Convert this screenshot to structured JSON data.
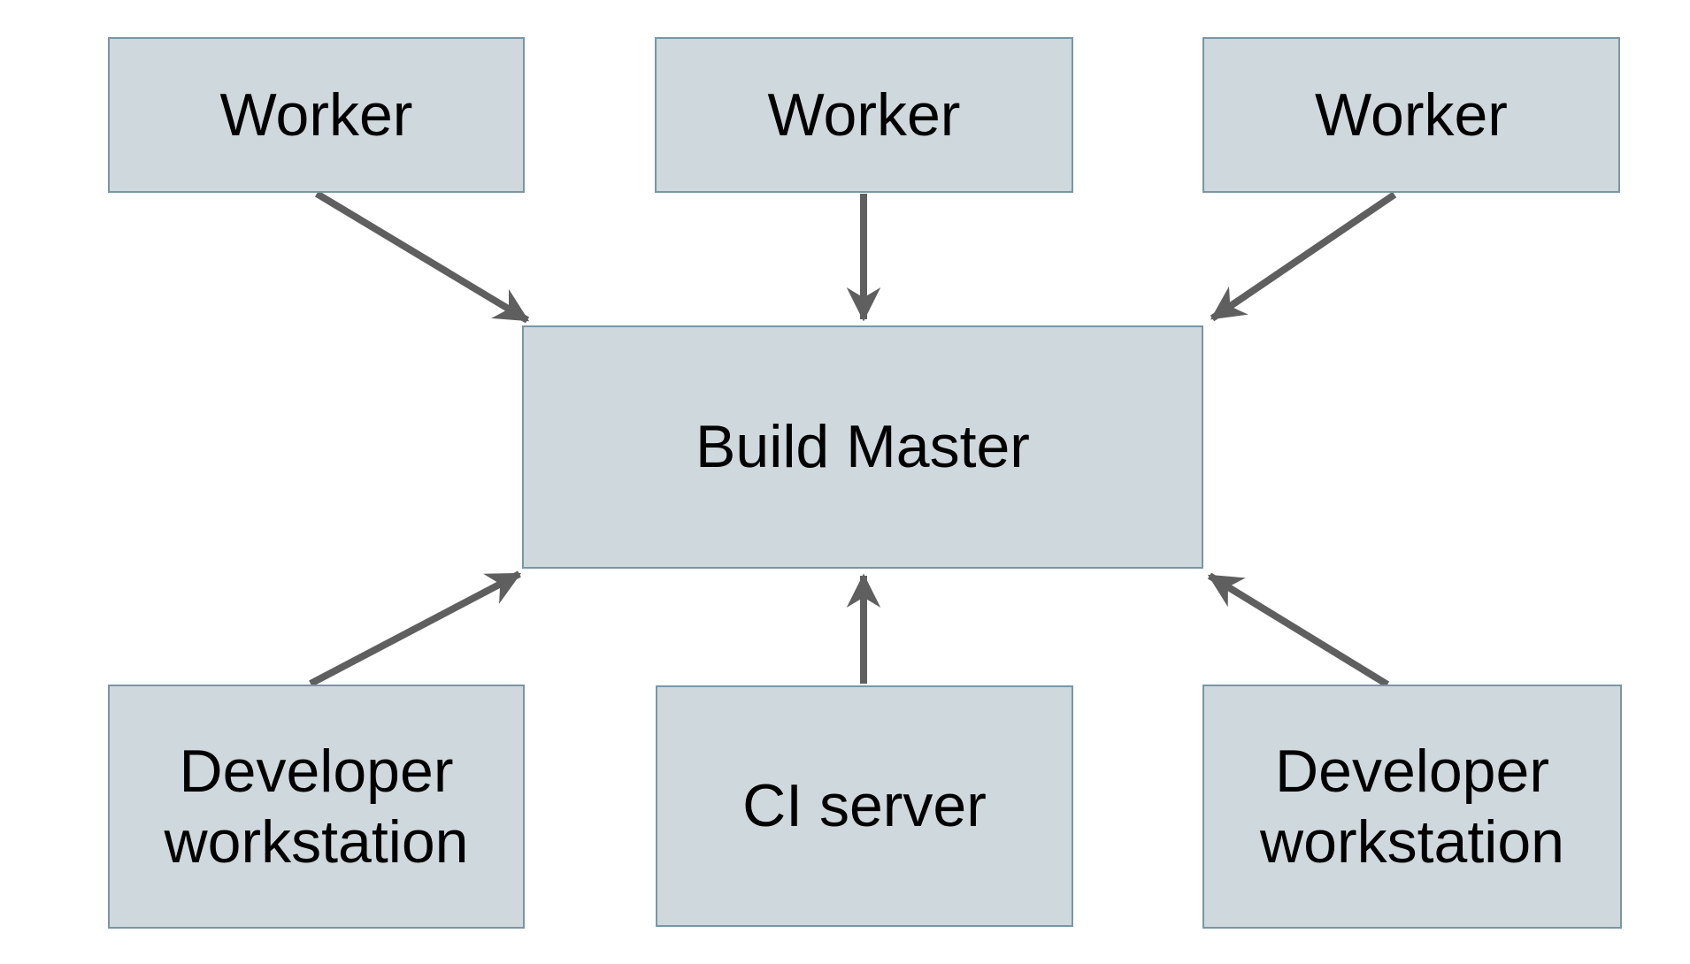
{
  "diagram": {
    "colors": {
      "background": "#ffffff",
      "node_fill": "#cfd8dc",
      "node_border": "#7a96a4",
      "arrow": "#5f5f5f",
      "text": "#000000"
    },
    "nodes": {
      "worker_1": {
        "label": "Worker"
      },
      "worker_2": {
        "label": "Worker"
      },
      "worker_3": {
        "label": "Worker"
      },
      "build_master": {
        "label": "Build Master"
      },
      "developer_workstation_left": {
        "label": "Developer workstation"
      },
      "ci_server": {
        "label": "CI server"
      },
      "developer_workstation_right": {
        "label": "Developer workstation"
      }
    },
    "edges": [
      {
        "from": "worker-1",
        "to": "build-master"
      },
      {
        "from": "worker-2",
        "to": "build-master"
      },
      {
        "from": "worker-3",
        "to": "build-master"
      },
      {
        "from": "developer-workstation-left",
        "to": "build-master"
      },
      {
        "from": "ci-server",
        "to": "build-master"
      },
      {
        "from": "developer-workstation-right",
        "to": "build-master"
      }
    ]
  }
}
